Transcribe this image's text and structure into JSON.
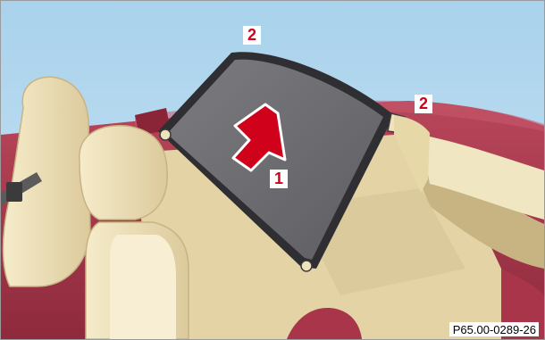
{
  "illustration": {
    "callouts": [
      {
        "id": "2-top",
        "label": "2"
      },
      {
        "id": "2-right",
        "label": "2"
      },
      {
        "id": "1",
        "label": "1"
      }
    ],
    "reference_code": "P65.00-0289-26"
  },
  "colors": {
    "sky": "#b5d8ee",
    "car_body": "#a8354a",
    "car_body_dark": "#6e1f2e",
    "leather": "#efe3bb",
    "leather_shade": "#d5c395",
    "mesh_panel": "#6f6f72",
    "frame_dark": "#3c3c40",
    "arrow": "#d0021b",
    "callout_text": "#d0021b"
  },
  "icons": {
    "direction_arrow": "up-right-arrow-icon"
  }
}
